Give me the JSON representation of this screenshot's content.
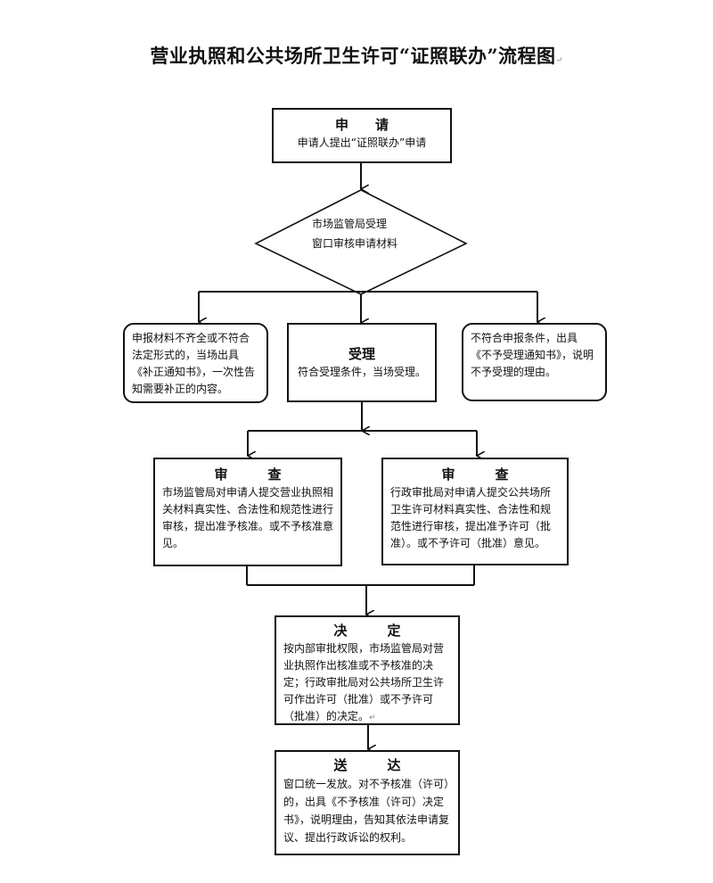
{
  "title": "营业执照和公共场所卫生许可“证照联办”流程图",
  "nodes": {
    "apply": {
      "heading": "申　　请",
      "text": "申请人提出“证照联办”申请"
    },
    "review_window": {
      "line1": "市场监管局受理",
      "line2": "窗口审核申请材料"
    },
    "supplement": {
      "text": "申报材料不齐全或不符合法定形式的，当场出具《补正通知书》，一次性告知需要补正的内容。"
    },
    "accept": {
      "heading": "受理",
      "text": "符合受理条件，当场受理。"
    },
    "reject": {
      "text": "不符合申报条件，出具《不予受理通知书》，说明不予受理的理由。"
    },
    "examine_market": {
      "heading": "审　　　查",
      "text": "市场监管局对申请人提交营业执照相关材料真实性、合法性和规范性进行审核，提出准予核准。或不予核准意见。"
    },
    "examine_admin": {
      "heading": "审　　　查",
      "text": "行政审批局对申请人提交公共场所卫生许可材料真实性、合法性和规范性进行审核，提出准予许可（批准）。或不予许可（批准）意见。"
    },
    "decide": {
      "heading": "决　　　定",
      "text": "按内部审批权限，市场监管局对营业执照作出核准或不予核准的决定；行政审批局对公共场所卫生许可作出许可（批准）或不予许可（批准）的决定。"
    },
    "deliver": {
      "heading": "送　　　达",
      "text": "窗口统一发放。对不予核准（许可）的，出具《不予核准（许可）决定书》，说明理由，告知其依法申请复议、提出行政诉讼的权利。"
    }
  },
  "paragraph_mark": "↵"
}
